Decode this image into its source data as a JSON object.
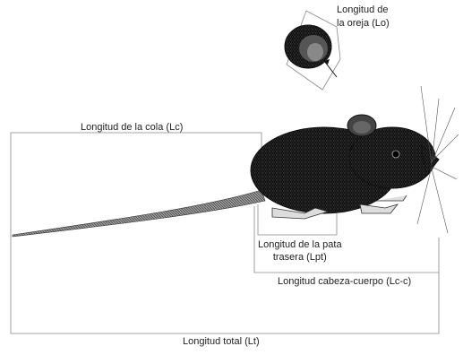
{
  "labels": {
    "tail_length": "Longitud de la cola (Lc)",
    "ear_length_line1": "Longitud de",
    "ear_length_line2": "la oreja (Lo)",
    "hindfoot_length_line1": "Longitud de la pata",
    "hindfoot_length_line2": "trasera (Lpt)",
    "head_body_length": "Longitud cabeza-cuerpo (Lc-c)",
    "total_length": "Longitud total (Lt)"
  },
  "colors": {
    "background": "#ffffff",
    "lines": "#888888",
    "fur": "#1a1a1a",
    "ear_inner": "#555555"
  }
}
